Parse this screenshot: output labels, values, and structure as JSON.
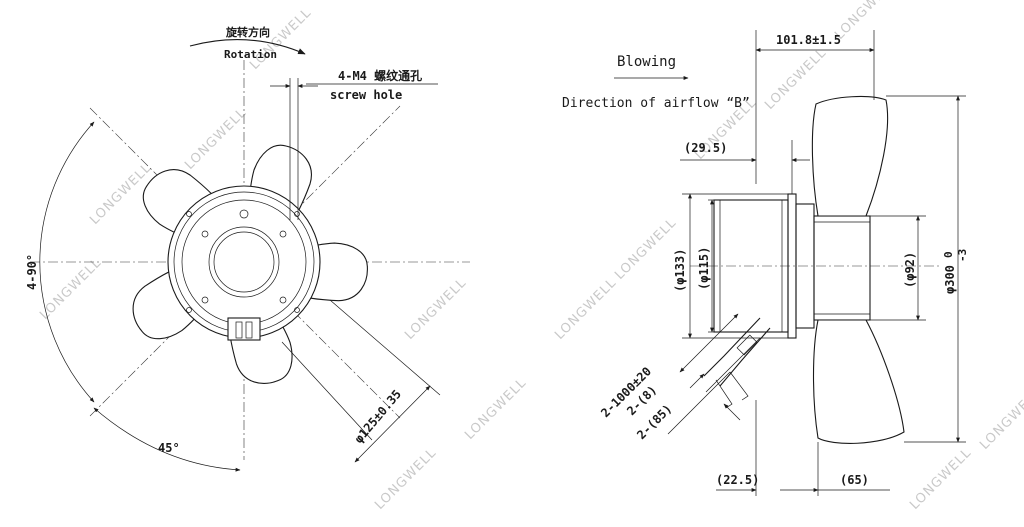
{
  "front_view": {
    "rotation_cn": "旋转方向",
    "rotation_en": "Rotation",
    "hole_cn": "4-M4 螺纹通孔",
    "hole_en": "screw hole",
    "angle_90": "4-90°",
    "angle_45": "45°",
    "dia_125": "φ125±0.35"
  },
  "side_view": {
    "blowing": "Blowing",
    "airflow": "Direction of airflow “B”",
    "dim_101": "101.8±1.5",
    "dim_29": "(29.5)",
    "dim_133": "(φ133)",
    "dim_115": "(φ115)",
    "dim_92": "(φ92)",
    "dim_300": "φ300",
    "dim_300_tol_upper": "0",
    "dim_300_tol_lower": "-3",
    "dim_1000": "2-1000±20",
    "dim_8": "2-(8)",
    "dim_85": "2-(85)",
    "dim_22": "(22.5)",
    "dim_65": "(65)"
  },
  "watermark": "LONGWELL"
}
